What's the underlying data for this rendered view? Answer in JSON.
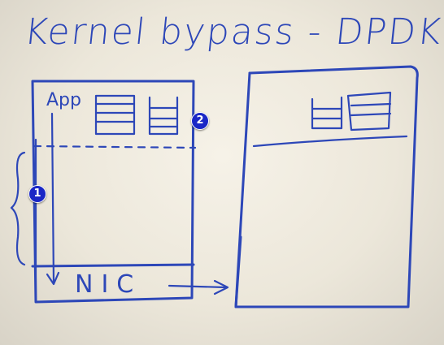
{
  "board": {
    "title": "Kernel bypass - DPDK",
    "app_label": "App",
    "nic_label": "NIC",
    "ink_color": "#2d47b8",
    "background": "whiteboard"
  },
  "hotspots": [
    {
      "label": "1",
      "icon": "numbered-hotspot"
    },
    {
      "label": "2",
      "icon": "numbered-hotspot"
    }
  ]
}
